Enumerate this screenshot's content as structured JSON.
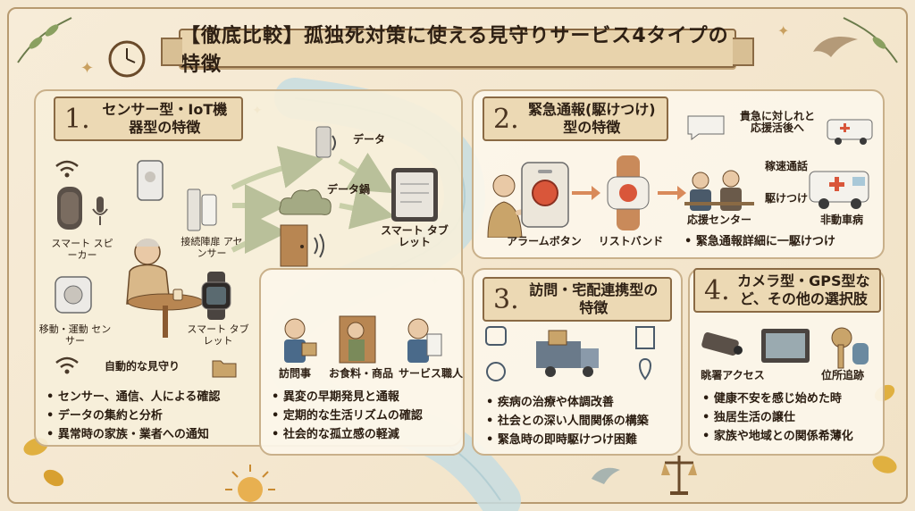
{
  "title": "【徹底比較】孤独死対策に使える見守りサービス4タイプの特徴",
  "section1": {
    "num": "1.",
    "heading": "センサー型・IoT機器型の特徴",
    "devices": {
      "smart_speaker": "スマート スピーカー",
      "contact_sensor": "接続陣扉 アセンサー",
      "motion_sensor": "移動・運動 センサー",
      "smart_tablet_watch": "スマート タブレット",
      "auto_watch": "自動的な見守り",
      "data": "データ",
      "data_cloud": "データ鍋",
      "tablet": "スマート タブレット"
    },
    "bullets": [
      "センサー、通信、人による確認",
      "データの集約と分析",
      "異常時の家族・業者への通知"
    ]
  },
  "section_visit": {
    "roles": [
      "訪問事",
      "お食料・商品",
      "サービス職人"
    ],
    "bullets": [
      "異変の早期発見と通報",
      "定期的な生活リズムの確認",
      "社会的な孤立感の軽減"
    ]
  },
  "section2": {
    "num": "2.",
    "heading": "緊急通報(駆けつけ) 型の特徴",
    "alarm_button": "アラームボタン",
    "wristband": "リストバンド",
    "center": "応援センター",
    "speech": "貴急に対しれと 応援活後へ",
    "rapid": "稼速通話",
    "rush": "駆けつけ",
    "ambulance": "非動車病",
    "bullet": "緊急通報詳細に一駆けつけ"
  },
  "section3": {
    "num": "3.",
    "heading": "訪問・宅配連携型の特徴",
    "bullets": [
      "疾病の治療や体調改善",
      "社会との深い人間関係の構築",
      "緊急時の即時駆けつけ困難"
    ]
  },
  "section4": {
    "num": "4.",
    "heading": "カメラ型・GPS型など、その他の選択肢",
    "camera_label": "眺署アクセス",
    "gps_label": "位所追跡",
    "bullets": [
      "健康不安を感じ始めた時",
      "独居生活の譲仕",
      "家族や地域との関係希薄化"
    ]
  },
  "colors": {
    "background": "#f4e8d2",
    "accent": "#8a6a44",
    "river": "#b9d6dc",
    "alarm_red": "#d9563a"
  }
}
